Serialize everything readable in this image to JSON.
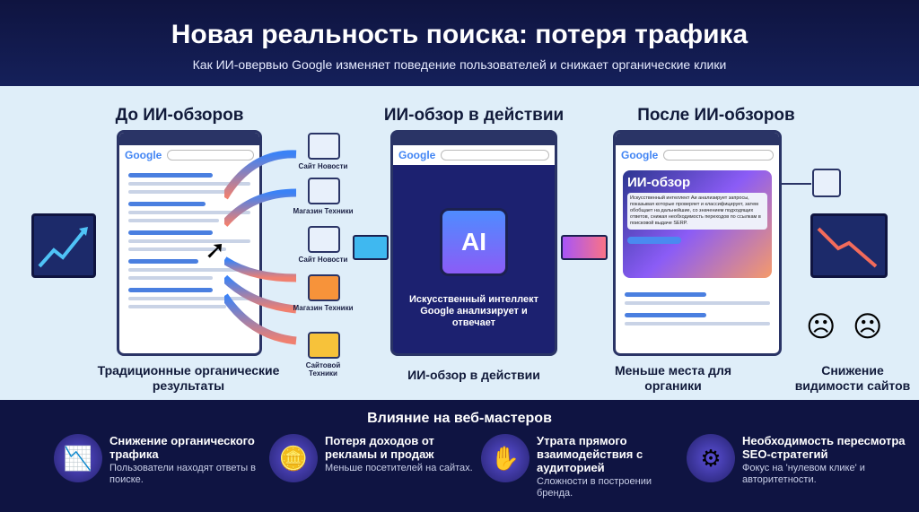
{
  "header": {
    "title": "Новая реальность поиска: потеря трафика",
    "subtitle": "Как ИИ-овервью Google изменяет поведение пользователей и снижает органические клики"
  },
  "columns": [
    {
      "heading": "До ИИ-обзоров",
      "caption": "Традиционные органические результаты",
      "logo": "Google"
    },
    {
      "heading": "ИИ-обзор в действии",
      "caption": "ИИ-обзор в действии",
      "logo": "Google",
      "chip": "AI",
      "chip_text": "Искусственный интеллект Google анализирует и отвечает"
    },
    {
      "heading": "После ИИ-обзоров",
      "caption": "Меньше места для органики",
      "logo": "Google",
      "overview_title": "ИИ-обзор",
      "overview_text": "Искусственный интеллект Аи анализирует запросы, показывая которые проверяет и классифицирует, затем обобщает на дальнейшие, со значением подходящих ответов, снижая необходимость переходов по ссылкам в поисковой выдаче SERP."
    }
  ],
  "sites": [
    "Сайт Новости",
    "Магазин Техники",
    "Сайт Новости",
    "Магазин Техники",
    "Сайтовой Техники"
  ],
  "right_caption": "Снижение видимости сайтов",
  "impact": {
    "heading": "Влияние на веб-мастеров",
    "items": [
      {
        "title": "Снижение органического трафика",
        "desc": "Пользователи находят ответы в поиске.",
        "icon": "📉"
      },
      {
        "title": "Потеря доходов от рекламы и продаж",
        "desc": "Меньше посетителей на сайтах.",
        "icon": "🪙"
      },
      {
        "title": "Утрата прямого взаимодействия с аудиторией",
        "desc": "Сложности в построении бренда.",
        "icon": "✋"
      },
      {
        "title": "Необходимость пересмотра SEO-стратегий",
        "desc": "Фокус на 'нулевом клике' и авторитетности.",
        "icon": "⚙"
      }
    ]
  }
}
